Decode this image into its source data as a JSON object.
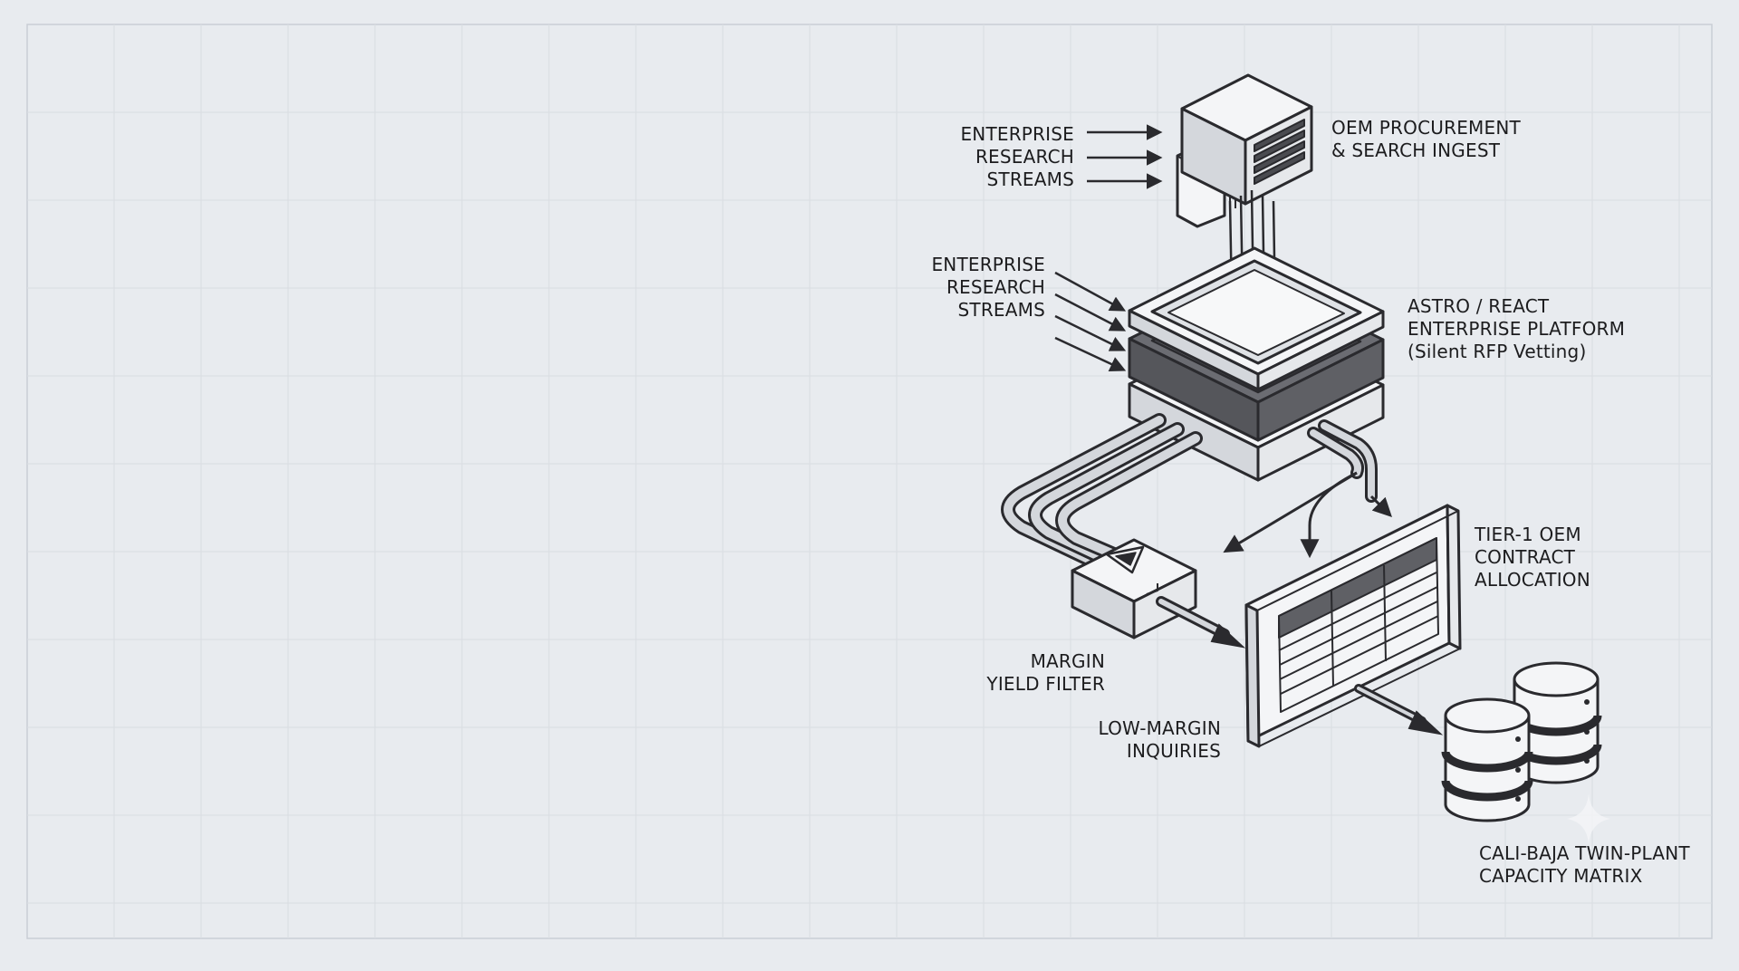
{
  "diagram": {
    "nodes": {
      "ingest": {
        "lines": [
          "OEM PROCUREMENT",
          "& SEARCH INGEST"
        ],
        "icon": "server-ingest-icon"
      },
      "platform": {
        "lines": [
          "ASTRO / REACT",
          "ENTERPRISE PLATFORM",
          "(Silent RFP Vetting)"
        ],
        "icon": "layered-platform-icon"
      },
      "filter": {
        "lines": [
          "MARGIN",
          "YIELD FILTER"
        ],
        "icon": "filter-box-icon"
      },
      "allocation": {
        "lines": [
          "TIER-1 OEM",
          "CONTRACT",
          "ALLOCATION"
        ],
        "icon": "table-panel-icon"
      },
      "low_margin": {
        "lines": [
          "LOW-MARGIN",
          "INQUIRIES"
        ]
      },
      "capacity": {
        "lines": [
          "CALI-BAJA TWIN-PLANT",
          "CAPACITY MATRIX"
        ],
        "icon": "database-icon"
      }
    },
    "inputs": [
      {
        "lines": [
          "ENTERPRISE",
          "RESEARCH",
          "STREAMS"
        ]
      },
      {
        "lines": [
          "ENTERPRISE",
          "RESEARCH",
          "STREAMS"
        ]
      }
    ]
  },
  "colors": {
    "background": "#e8ebef",
    "grid_major": "#c9ced5",
    "grid_minor": "#d9dde2",
    "ink": "#2a2a2e",
    "face_light": "#f4f5f7",
    "face_mid": "#d4d7dc",
    "face_dark": "#6b6c72"
  }
}
